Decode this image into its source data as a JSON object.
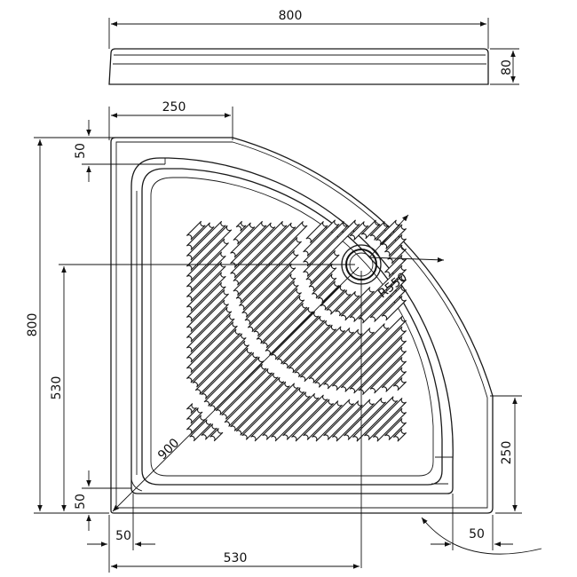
{
  "dimensions": {
    "top_width": "800",
    "tray_height": "80",
    "left_height": "800",
    "inner_height": "530",
    "top_offset": "250",
    "top_rim": "50",
    "bottom_rim": "50",
    "bottom_left_rim": "50",
    "bottom_width": "530",
    "right_rim": "50",
    "right_offset": "250",
    "radius": "R550",
    "diagonal": "900"
  },
  "colors": {
    "line": "#1a1a1a",
    "background": "#ffffff"
  }
}
